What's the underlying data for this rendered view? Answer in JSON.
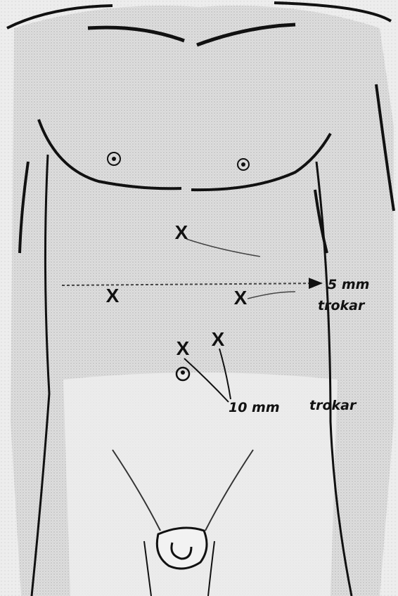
{
  "labels": {
    "port_5mm_size": "5 mm",
    "port_5mm_word": "trokar",
    "port_10mm_size": "10 mm",
    "port_10mm_word": "trokar"
  },
  "marks": {
    "symbol": "X"
  },
  "colors": {
    "ink": "#111111",
    "shading": "#c8c8c8",
    "paper": "#ffffff"
  }
}
